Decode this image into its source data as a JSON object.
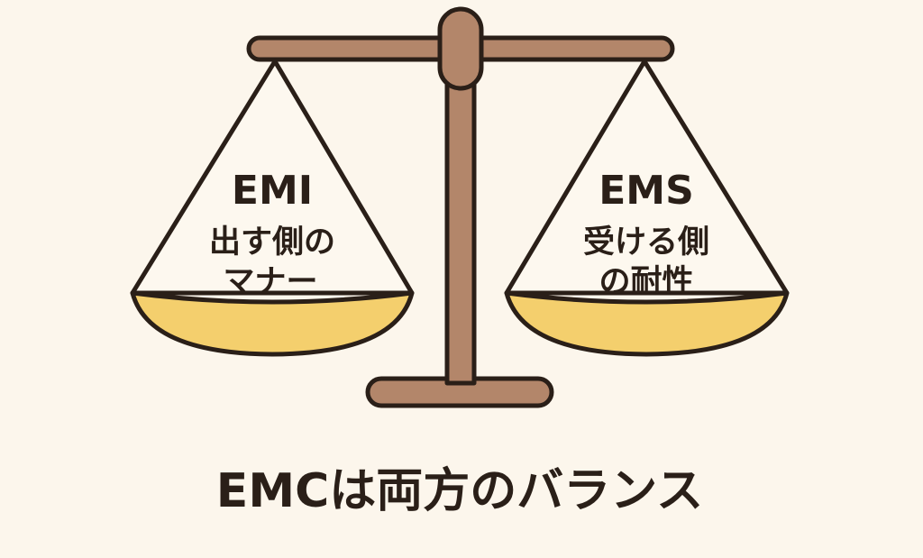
{
  "colors": {
    "background": "#fcf6ec",
    "wood": "#b3866a",
    "pan_fill": "#f4cf6d",
    "outline": "#2a1f18",
    "pan_inner": "#fdf8ef"
  },
  "left_pan": {
    "title": "EMI",
    "line1": "出す側の",
    "line2": "マナー"
  },
  "right_pan": {
    "title": "EMS",
    "line1": "受ける側",
    "line2": "の耐性"
  },
  "caption": "EMCは両方のバランス"
}
